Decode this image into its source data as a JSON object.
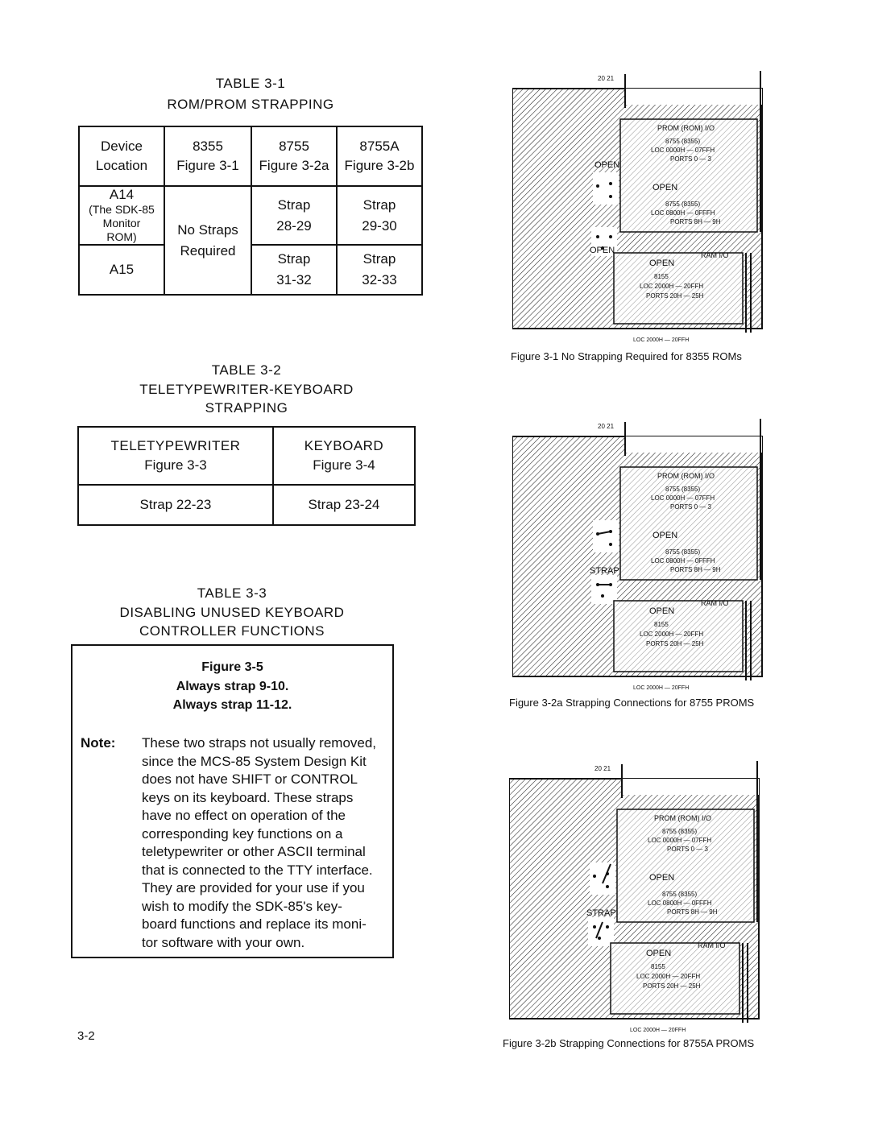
{
  "table1": {
    "label": "TABLE 3-1",
    "title": "ROM/PROM STRAPPING",
    "headers": [
      {
        "line1": "Device",
        "line2": "Location"
      },
      {
        "line1": "8355",
        "line2": "Figure 3-1"
      },
      {
        "line1": "8755",
        "line2": "Figure 3-2a"
      },
      {
        "line1": "8755A",
        "line2": "Figure 3-2b"
      }
    ],
    "a14": {
      "label": "A14",
      "sub1": "(The SDK-85",
      "sub2": "Monitor",
      "sub3": "ROM)"
    },
    "a15": {
      "label": "A15"
    },
    "no_straps_1": "No Straps",
    "no_straps_2": "Required",
    "strap_8755_a14": {
      "l1": "Strap",
      "l2": "28-29"
    },
    "strap_8755a_a14": {
      "l1": "Strap",
      "l2": "29-30"
    },
    "strap_8755_a15": {
      "l1": "Strap",
      "l2": "31-32"
    },
    "strap_8755a_a15": {
      "l1": "Strap",
      "l2": "32-33"
    }
  },
  "table2": {
    "label": "TABLE 3-2",
    "title1": "TELETYPEWRITER-KEYBOARD",
    "title2": "STRAPPING",
    "col1": {
      "head": "TELETYPEWRITER",
      "fig": "Figure 3-3",
      "value": "Strap 22-23"
    },
    "col2": {
      "head": "KEYBOARD",
      "fig": "Figure 3-4",
      "value": "Strap 23-24"
    }
  },
  "table3": {
    "label": "TABLE 3-3",
    "title1": "DISABLING UNUSED KEYBOARD",
    "title2": "CONTROLLER FUNCTIONS",
    "fig": "Figure 3-5",
    "line1": "Always strap 9-10.",
    "line2": "Always strap 11-12.",
    "note_label": "Note:",
    "note_lines": [
      "These two straps not usually removed,",
      "since the MCS-85 System Design Kit",
      "does not have SHIFT or CONTROL",
      "keys on its keyboard. These straps",
      "have no effect on operation of the",
      "corresponding key functions on a",
      "teletypewriter or other ASCII terminal",
      "that is connected to the TTY interface.",
      "They are provided for your use if you",
      "wish to modify the SDK-85's key-",
      "board functions and replace its moni-",
      "tor software with your own."
    ]
  },
  "page_number": "3-2",
  "figures": [
    {
      "caption": "Figure 3-1 No Strapping Required for 8355 ROMs",
      "top_nums": "20 21",
      "prom_label": "PROM (ROM) I/O",
      "loc1": "8755 (8355)",
      "loc2": "LOC 0000H — 07FFH",
      "loc3": "PORTS 0 — 3",
      "loc4": "8755 (8355)",
      "loc5": "LOC 0800H — 0FFFH",
      "loc6": "PORTS 8H — 9H",
      "ram_label": "RAM I/O",
      "ram1": "8155",
      "ram2": "LOC 2000H — 20FFH",
      "ram3": "PORTS 20H — 25H",
      "bottom_loc": "LOC 2000H — 20FFH",
      "upper_mark": "OPEN",
      "lower_mark": "OPEN",
      "right_open1": "OPEN",
      "right_open2": "OPEN"
    },
    {
      "caption": "Figure 3-2a Strapping Connections for 8755 PROMS",
      "top_nums": "20 21",
      "prom_label": "PROM (ROM) I/O",
      "loc1": "8755 (8355)",
      "loc2": "LOC 0000H — 07FFH",
      "loc3": "PORTS 0 — 3",
      "loc4": "8755 (8355)",
      "loc5": "LOC 0800H — 0FFFH",
      "loc6": "PORTS 8H — 9H",
      "ram_label": "RAM I/O",
      "ram1": "8155",
      "ram2": "LOC 2000H — 20FFH",
      "ram3": "PORTS 20H — 25H",
      "bottom_loc": "LOC 2000H — 20FFH",
      "upper_mark": "",
      "lower_mark": "STRAP",
      "right_open1": "OPEN",
      "right_open2": "OPEN"
    },
    {
      "caption": "Figure 3-2b Strapping Connections for 8755A PROMS",
      "top_nums": "20 21",
      "prom_label": "PROM (ROM) I/O",
      "loc1": "8755 (8355)",
      "loc2": "LOC 0000H — 07FFH",
      "loc3": "PORTS 0 — 3",
      "loc4": "8755 (8355)",
      "loc5": "LOC 0800H — 0FFFH",
      "loc6": "PORTS 8H — 9H",
      "ram_label": "RAM I/O",
      "ram1": "8155",
      "ram2": "LOC 2000H — 20FFH",
      "ram3": "PORTS 20H — 25H",
      "bottom_loc": "LOC 2000H — 20FFH",
      "upper_mark": "",
      "lower_mark": "STRAP",
      "right_open1": "OPEN",
      "right_open2": "OPEN"
    }
  ]
}
